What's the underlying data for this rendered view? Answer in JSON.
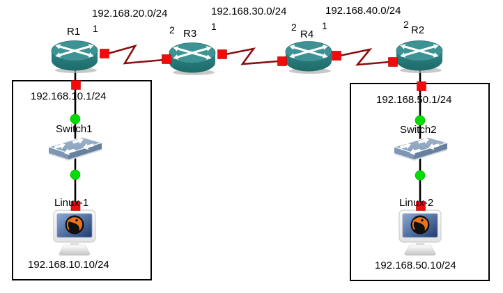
{
  "diagram_title": "network-topology",
  "colors": {
    "background": "#ffffff",
    "router_fill": "#3a8e8e",
    "switch_fill": "#8ba3bd",
    "serial_link": "#8b0e0e",
    "lan_link": "#000000",
    "endpoint_square": "#f30b0b",
    "endpoint_dot": "#00dd00",
    "annotation_box_border": "#000000"
  },
  "wan": {
    "networks": [
      {
        "subnet": "192.168.20.0/24",
        "left_if": "1",
        "right_if": "2"
      },
      {
        "subnet": "192.168.30.0/24",
        "left_if": "1",
        "right_if": "2"
      },
      {
        "subnet": "192.168.40.0/24",
        "left_if": "1",
        "right_if": "2"
      }
    ],
    "routers": [
      {
        "name": "R1"
      },
      {
        "name": "R3"
      },
      {
        "name": "R4"
      },
      {
        "name": "R2"
      }
    ]
  },
  "lans": [
    {
      "gateway_ip": "192.168.10.1/24",
      "switch": "Switch1",
      "host": "Linux-1",
      "host_ip": "192.168.10.10/24"
    },
    {
      "gateway_ip": "192.168.50.1/24",
      "switch": "Switch2",
      "host": "Linux-2",
      "host_ip": "192.168.50.10/24"
    }
  ]
}
